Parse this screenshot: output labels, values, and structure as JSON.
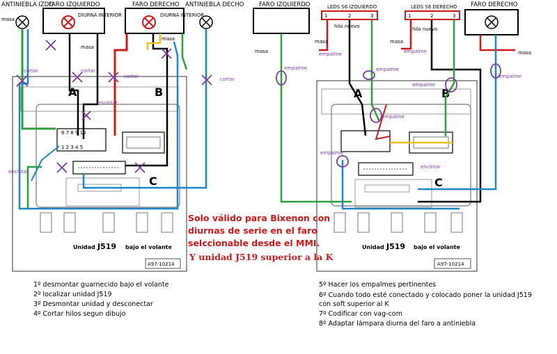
{
  "left": {
    "antiniebla_izdo": "ANTINIEBLA IZDO",
    "faro_izquierdo": "FARO IZQUIERDO",
    "diurna_interior_1": "DIURNA INTERIOR",
    "faro_derecho": "FARO DERECHO",
    "diurna_interior_2": "DIURNA INTERIOR",
    "antiniebla_decho": "ANTINIEBLA DECHO",
    "masa": "masa",
    "cortar": "cortar",
    "encintar": "encintar",
    "conn_a": "A",
    "conn_b": "B",
    "conn_c": "C",
    "pins_top": "6  7  8  9  10",
    "pins_bottom": "1  2  3  4  5",
    "unidad": "Unidad",
    "j519": "J519",
    "bajo_volante": "bajo el volante",
    "part_code": "A97-10214"
  },
  "right": {
    "faro_izquierdo": "FARO IZQUIERDO",
    "leds_izq": "LEDS S6 IZQUIERDO",
    "leds_der": "LEDS S6 DERECHO",
    "faro_derecho": "FARO DERECHO",
    "hilo_nuevo": "hilo nuevo",
    "masa": "masa",
    "empalme": "empalme",
    "encintar": "encintar",
    "conn_a": "A",
    "conn_b": "B",
    "conn_c": "C",
    "unidad": "Unidad",
    "j519": "J519",
    "bajo_volante": "bajo el volante",
    "part_code": "A97-10214"
  },
  "note": {
    "line1": "Solo válido para Bixenon con",
    "line2": "diurnas de serie en el faro",
    "line3": "selccionable desde el MMI.",
    "line4": "Y unidad J519 superior a la K"
  },
  "steps_left": [
    "1º desmontar guarnecido bajo el volante",
    "2º localizar unidad J519",
    "3º Desmontar unidad y desconectar",
    "4º Cortar hilos segun dibujo"
  ],
  "steps_right": [
    "5º Hacer los empalmes pertinentes",
    "6º Cuando todo esté conectado y colocado poner la unidad J519",
    "con soft superior al K",
    "7º Codificar con vag-com",
    "8º   Adaptar lámpara diurna del faro a antiniebla"
  ],
  "colors": {
    "red": "#d01818",
    "green": "#2e9e3a",
    "blue": "#1c86c8",
    "yellow": "#e8c020",
    "purple": "#7a3aa0"
  }
}
